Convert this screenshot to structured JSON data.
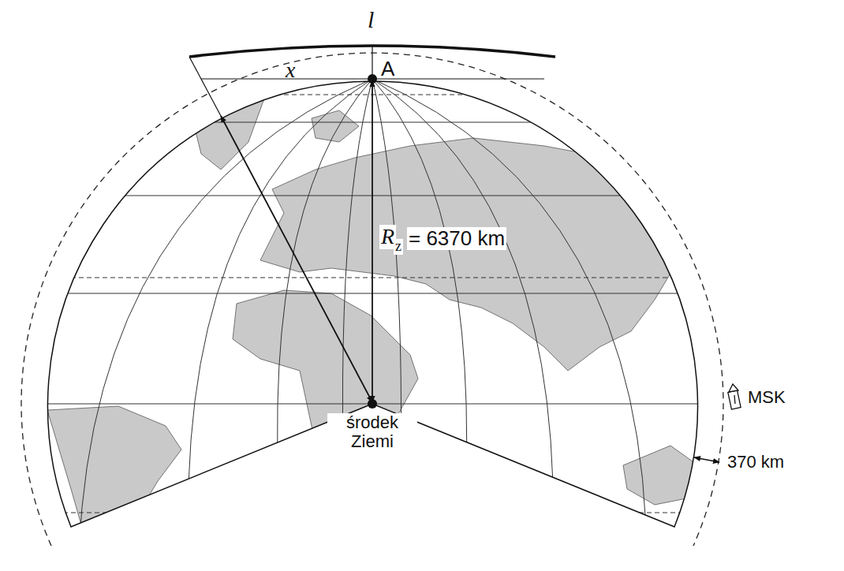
{
  "diagram": {
    "labels": [
      "l",
      "x",
      "A",
      "R",
      "z",
      "= 6370 km",
      "środek Ziemi",
      "MSK",
      "370 km"
    ]
  }
}
